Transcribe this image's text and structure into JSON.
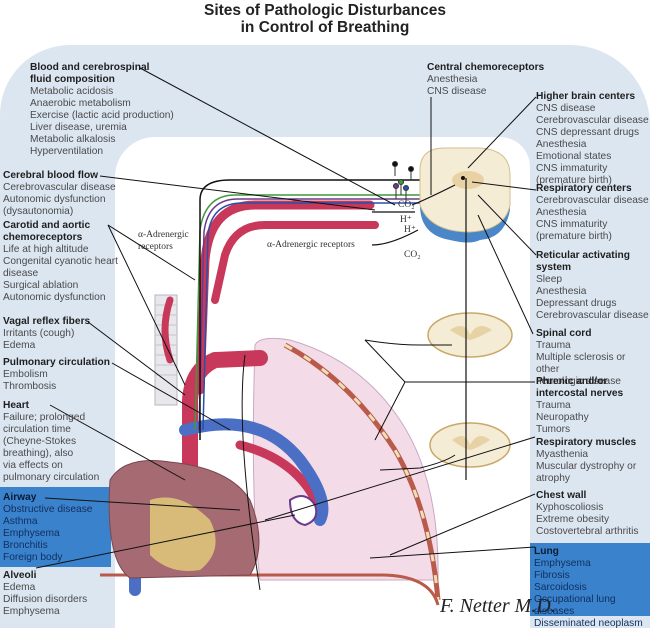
{
  "title": [
    "Sites of Pathologic Disturbances",
    "in Control of Breathing"
  ],
  "left_labels": [
    {
      "heading": [
        "Blood and cerebrospinal",
        "fluid composition"
      ],
      "items": [
        "Metabolic acidosis",
        "Anaerobic metabolism",
        "Exercise (lactic acid production)",
        "Liver disease, uremia",
        "Metabolic alkalosis",
        "Hyperventilation"
      ]
    },
    {
      "heading": [
        "Cerebral blood flow"
      ],
      "items": [
        "Cerebrovascular disease",
        "Autonomic dysfunction",
        "(dysautonomia)"
      ]
    },
    {
      "heading": [
        "Carotid and aortic",
        "chemoreceptors"
      ],
      "items": [
        "Life at high altitude",
        "Congenital cyanotic heart",
        "disease",
        "Surgical ablation",
        "Autonomic dysfunction"
      ]
    },
    {
      "heading": [
        "Vagal reflex fibers"
      ],
      "items": [
        "Irritants (cough)",
        "Edema"
      ]
    },
    {
      "heading": [
        "Pulmonary circulation"
      ],
      "items": [
        "Embolism",
        "Thrombosis"
      ]
    },
    {
      "heading": [
        "Heart"
      ],
      "items": [
        "Failure; prolonged",
        "circulation time",
        "(Cheyne-Stokes",
        "breathing), also",
        "via effects on",
        "pulmonary circulation"
      ]
    },
    {
      "heading": [
        "Airway"
      ],
      "items": [
        "Obstructive disease",
        "Asthma",
        "Emphysema",
        "Bronchitis",
        "Foreign body"
      ],
      "highlighted": true
    },
    {
      "heading": [
        "Alveoli"
      ],
      "items": [
        "Edema",
        "Diffusion disorders",
        "Emphysema"
      ]
    }
  ],
  "right_labels": [
    {
      "heading": [
        "Central chemoreceptors"
      ],
      "items": [
        "Anesthesia",
        "CNS disease"
      ]
    },
    {
      "heading": [
        "Higher brain centers"
      ],
      "items": [
        "CNS disease",
        "Cerebrovascular disease",
        "CNS depressant drugs",
        "Anesthesia",
        "Emotional states",
        "CNS immaturity",
        "(premature birth)"
      ]
    },
    {
      "heading": [
        "Respiratory centers"
      ],
      "items": [
        "Cerebrovascular disease",
        "Anesthesia",
        "CNS immaturity",
        "(premature birth)"
      ]
    },
    {
      "heading": [
        "Reticular activating",
        "system"
      ],
      "items": [
        "Sleep",
        "Anesthesia",
        "Depressant drugs",
        "Cerebrovascular disease"
      ]
    },
    {
      "heading": [
        "Spinal cord"
      ],
      "items": [
        "Trauma",
        "Multiple sclerosis or other",
        "neurologic disease"
      ]
    },
    {
      "heading": [
        "Phrenic and/or",
        "intercostal nerves"
      ],
      "items": [
        "Trauma",
        "Neuropathy",
        "Tumors"
      ]
    },
    {
      "heading": [
        "Respiratory muscles"
      ],
      "items": [
        "Myasthenia",
        "Muscular dystrophy or",
        "atrophy"
      ]
    },
    {
      "heading": [
        "Chest wall"
      ],
      "items": [
        "Kyphoscoliosis",
        "Extreme obesity",
        "Costovertebral arthritis"
      ]
    },
    {
      "heading": [
        "Lung"
      ],
      "items": [
        "Emphysema",
        "Fibrosis",
        "Sarcoidosis",
        "Occupational lung diseases",
        "Disseminated neoplasm"
      ],
      "highlighted": true
    }
  ],
  "inline_labels": {
    "alpha_receptors_left": [
      "α-Adrenergic",
      "receptors"
    ],
    "alpha_receptors_mid": "α-Adrenergic receptors",
    "co2_top": "CO₂",
    "h_plus_1": "H⁺",
    "h_plus_2": "H⁺",
    "co2_bottom": "CO₂"
  },
  "signature": "F. Netter M.D.",
  "colors": {
    "panel_bg": "#dce6f1",
    "highlight_box": "#3b82cc",
    "artery": "#c8385a",
    "vein": "#4a6fc4",
    "nerve_green": "#3f9a3a",
    "nerve_purple": "#6b3a8c",
    "nerve_blue": "#2a4fa8",
    "spinal_cord": "#f5ecd6",
    "lung": "#f4dbe8"
  }
}
